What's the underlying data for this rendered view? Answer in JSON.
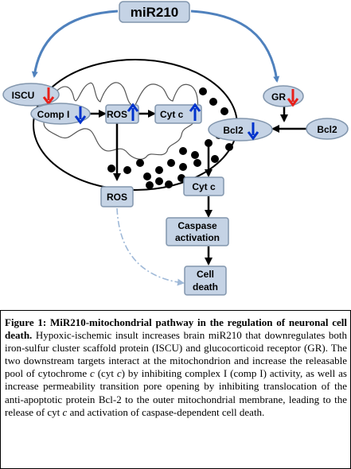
{
  "diagram": {
    "nodes": {
      "mir210": "miR210",
      "iscu": "ISCU",
      "comp_i": "Comp I",
      "ros_mito": "ROS",
      "cytc_mito": "Cyt c",
      "gr": "GR",
      "bcl2_mito": "Bcl2",
      "bcl2_out": "Bcl2",
      "ros_out": "ROS",
      "cytc_out": "Cyt c",
      "caspase_line1": "Caspase",
      "caspase_line2": "activation",
      "death_line1": "Cell",
      "death_line2": "death"
    },
    "colors": {
      "node_fill": "#c5d3e5",
      "node_stroke": "#8296ad",
      "connector": "#4f81bd",
      "up_arrow": "#0033cc",
      "down_arrow_red": "#e8201a",
      "down_arrow_blue": "#0033cc",
      "mito_particle": "#000000"
    }
  },
  "caption": {
    "title": "Figure 1: MiR210-mitochondrial pathway in the regulation of neuronal cell death.",
    "body": [
      " Hypoxic-ischemic insult increases brain miR210 that downregulates both iron-sulfur cluster scaffold protein (ISCU) and  glucocorticoid receptor (GR). The two downstream targets interact at the mitochondrion and increase the releasable pool of cytochrome ",
      "c",
      " (cyt ",
      "c",
      ") by inhibiting complex I (comp I) activity, as well as increase permeability transition pore opening by inhibiting translocation of the anti-apoptotic protein Bcl-2 to the outer mitochondrial membrane, leading to the release of cyt ",
      "c",
      " and activation  of caspase-dependent cell death."
    ]
  }
}
